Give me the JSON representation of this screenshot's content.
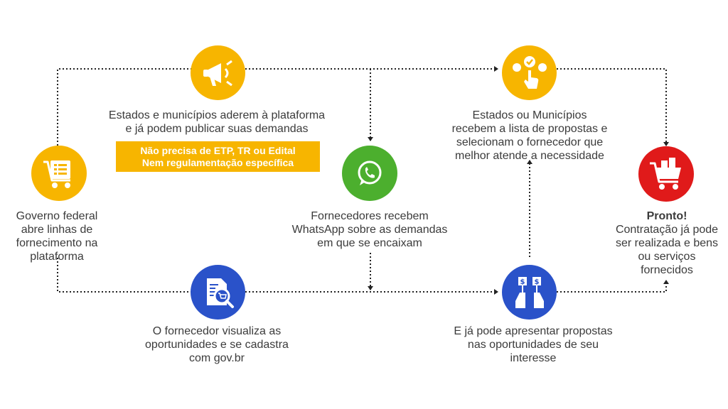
{
  "colors": {
    "yellow": "#f7b500",
    "green": "#4caf2e",
    "blue": "#2a52c9",
    "red": "#e01a1a",
    "line": "#222222"
  },
  "nodes": {
    "governo": {
      "icon": "checklist-cart-icon",
      "lines": [
        "Governo federal",
        "abre linhas de",
        "fornecimento na",
        "plataforma"
      ]
    },
    "estados_aderem": {
      "icon": "megaphone-icon",
      "lines": [
        "Estados e municípios aderem à plataforma",
        "e já podem publicar suas demandas"
      ]
    },
    "banner": {
      "lines": [
        "Não  precisa de ETP, TR ou Edital",
        "Nem regulamentação específica"
      ]
    },
    "fornecedores_whatsapp": {
      "icon": "whatsapp-icon",
      "lines": [
        "Fornecedores recebem",
        "WhatsApp sobre as demandas",
        "em que se encaixam"
      ]
    },
    "fornecedor_visualiza": {
      "icon": "document-search-cart-icon",
      "lines": [
        "O fornecedor visualiza as",
        "oportunidades e se cadastra",
        "com gov.br"
      ]
    },
    "estados_recebem": {
      "icon": "hand-select-icon",
      "lines": [
        "Estados ou Municípios",
        "recebem a lista de propostas e",
        "selecionam o fornecedor que",
        "melhor atende a necessidade"
      ]
    },
    "propostas": {
      "icon": "hands-raising-price-icon",
      "lines": [
        "E já pode apresentar propostas",
        "nas oportunidades de seu",
        "interesse"
      ]
    },
    "pronto": {
      "icon": "shopping-cart-icon",
      "title": "Pronto!",
      "lines": [
        "Contratação já pode",
        "ser realizada e bens",
        "ou serviços",
        "fornecidos"
      ]
    }
  }
}
